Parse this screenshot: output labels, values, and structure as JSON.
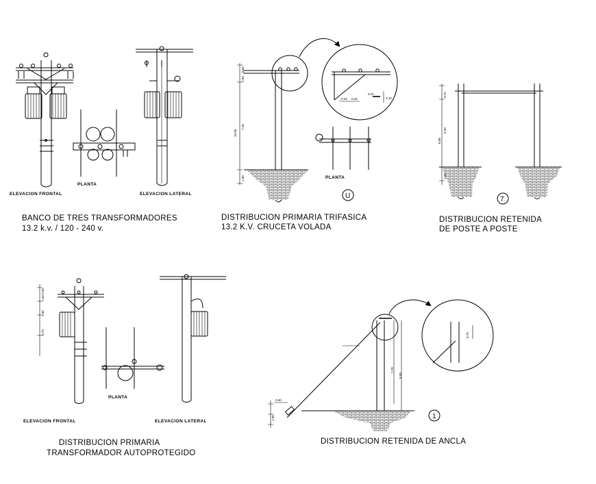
{
  "drawings": {
    "banco": {
      "title_line1": "BANCO DE TRES TRANSFORMADORES",
      "title_line2": "13.2  k.v.  / 120 - 240 v.",
      "label_front": "ELEVACION FRONTAL",
      "label_side": "ELEVACION LATERAL",
      "label_plan": "PLANTA"
    },
    "trifasica": {
      "title_line1": "DISTRIBUCION PRIMARIA TRIFASICA",
      "title_line2": "13.2  K.V.  CRUCETA VOLADA",
      "label_plan": "PLANTA",
      "badge": "U",
      "dims": [
        "1.00",
        "0.50",
        "10.00",
        "7.40",
        "1.60"
      ],
      "detail_dims": [
        "0.04",
        "0.04",
        "0.21",
        "0.10"
      ]
    },
    "poste_a_poste": {
      "title_line1": "DISTRIBUCION RETENIDA",
      "title_line2": "DE POSTE A POSTE",
      "badge": "7",
      "dims": [
        "0.75",
        "5.50",
        "8.00",
        "1.60"
      ]
    },
    "autoprotegido": {
      "title_line1": "DISTRIBUCION PRIMARIA",
      "title_line2": "TRANSFORMADOR AUTOPROTEGIDO",
      "label_front": "ELEVACION FRONTAL",
      "label_side": "ELEVACION LATERAL",
      "label_plan": "PLANTA",
      "dims": [
        "1.00",
        "0.50",
        "1.60",
        "0.70"
      ]
    },
    "ancla": {
      "title": "DISTRIBUCION RETENIDA DE ANCLA",
      "badge": "1",
      "dims": [
        "0.60",
        "1.00",
        "7.70",
        "8.00"
      ],
      "detail_dims": [
        "0.75"
      ]
    }
  }
}
